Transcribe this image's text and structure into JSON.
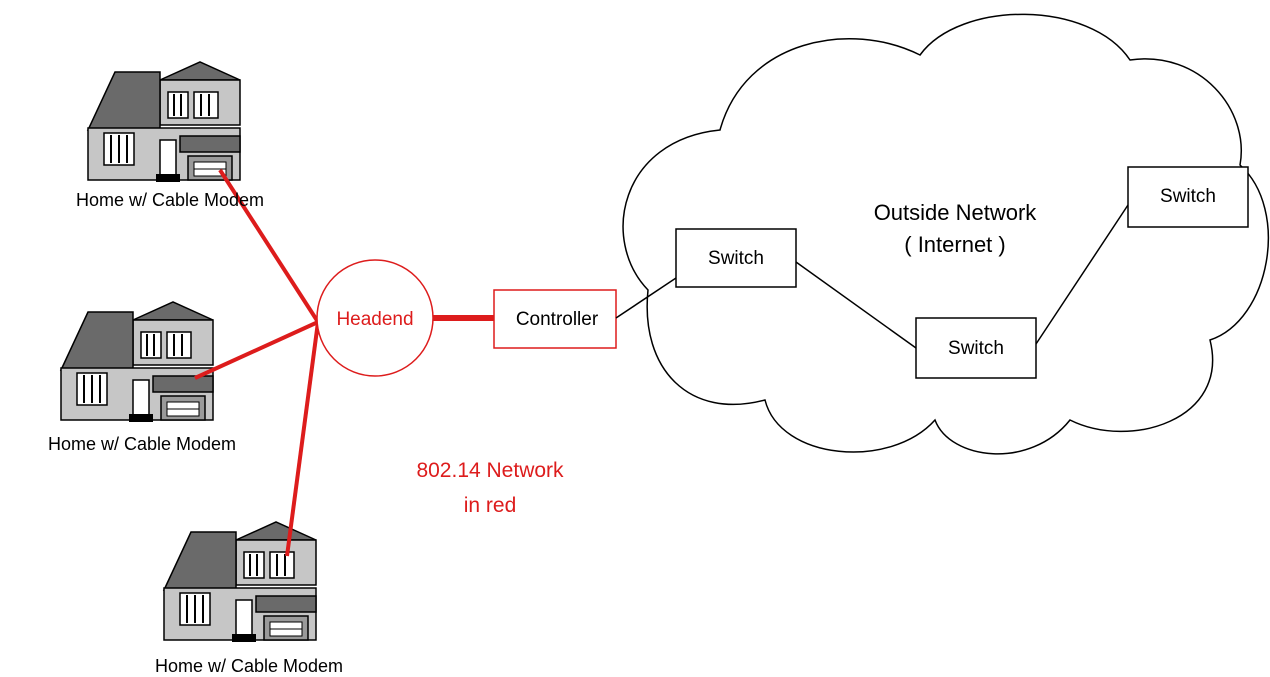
{
  "homes": [
    {
      "label": "Home w/ Cable Modem"
    },
    {
      "label": "Home w/ Cable Modem"
    },
    {
      "label": "Home w/ Cable Modem"
    }
  ],
  "headend": {
    "label": "Headend"
  },
  "controller": {
    "label": "Controller"
  },
  "cloud": {
    "line1": "Outside Network",
    "line2": "( Internet )"
  },
  "switches": [
    {
      "label": "Switch"
    },
    {
      "label": "Switch"
    },
    {
      "label": "Switch"
    }
  ],
  "note": {
    "line1": "802.14 Network",
    "line2": "in red"
  },
  "colors": {
    "network_red": "#dd1c1c",
    "line_black": "#000000",
    "house_dark": "#6a6a6a",
    "house_light": "#c6c6c6",
    "background": "#ffffff"
  }
}
